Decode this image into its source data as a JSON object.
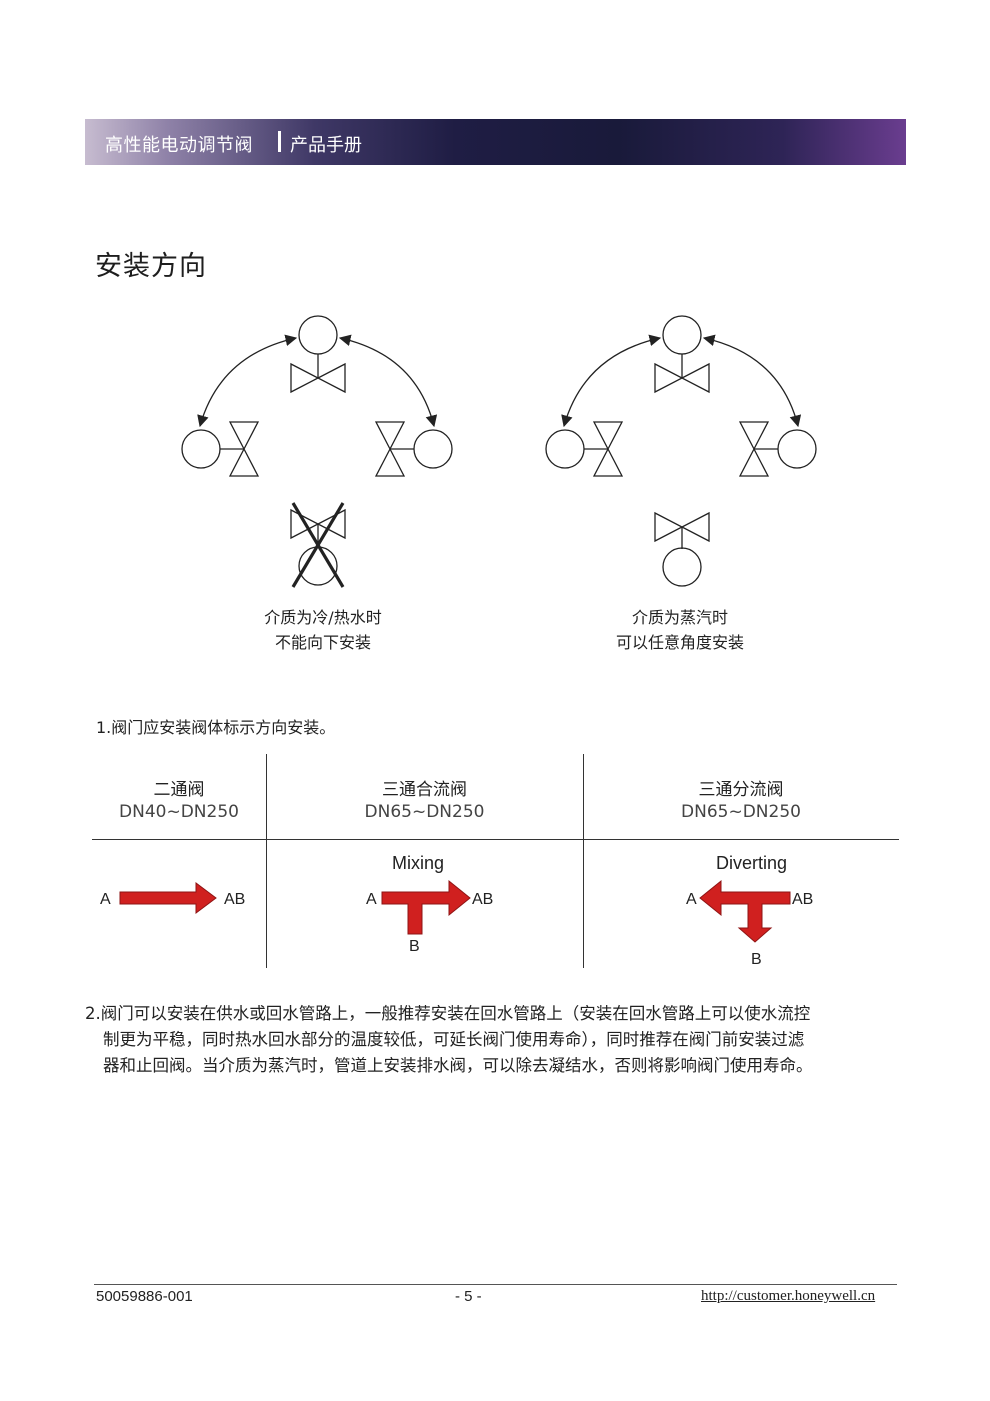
{
  "header": {
    "title": "高性能电动调节阀",
    "subtitle": "产品手册"
  },
  "section_title": "安装方向",
  "diagram": {
    "left_caption_line1": "介质为冷/热水时",
    "left_caption_line2": "不能向下安装",
    "right_caption_line1": "介质为蒸汽时",
    "right_caption_line2": "可以任意角度安装"
  },
  "note1": "1.阀门应安装阀体标示方向安装。",
  "table": {
    "columns": [
      {
        "name": "二通阀",
        "range": "DN40~DN250"
      },
      {
        "name": "三通合流阀",
        "range": "DN65~DN250"
      },
      {
        "name": "三通分流阀",
        "range": "DN65~DN250"
      }
    ],
    "flows": {
      "two_way": {
        "in_label": "A",
        "out_label": "AB"
      },
      "mixing": {
        "title": "Mixing",
        "a": "A",
        "ab": "AB",
        "b": "B"
      },
      "diverting": {
        "title": "Diverting",
        "a": "A",
        "ab": "AB",
        "b": "B"
      }
    },
    "arrow_color": "#d0201f"
  },
  "paragraph": {
    "line1": "2.阀门可以安装在供水或回水管路上，一般推荐安装在回水管路上（安装在回水管路上可以使水流控",
    "line2": "制更为平稳，同时热水回水部分的温度较低，可延长阀门使用寿命），同时推荐在阀门前安装过滤",
    "line3": "器和止回阀。当介质为蒸汽时，管道上安装排水阀，可以除去凝结水，否则将影响阀门使用寿命。"
  },
  "footer": {
    "doc_number": "50059886-001",
    "page": "- 5 -",
    "url": "http://customer.honeywell.cn"
  }
}
